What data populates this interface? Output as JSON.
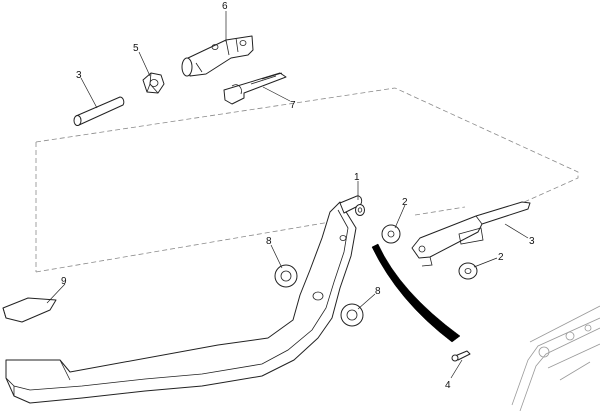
{
  "diagram": {
    "callouts": [
      {
        "id": "c1",
        "text": "1"
      },
      {
        "id": "c2a",
        "text": "2"
      },
      {
        "id": "c2b",
        "text": "2"
      },
      {
        "id": "c3a",
        "text": "3"
      },
      {
        "id": "c3b",
        "text": "3"
      },
      {
        "id": "c4",
        "text": "4"
      },
      {
        "id": "c5",
        "text": "5"
      },
      {
        "id": "c6",
        "text": "6"
      },
      {
        "id": "c7",
        "text": "7"
      },
      {
        "id": "c8a",
        "text": "8"
      },
      {
        "id": "c8b",
        "text": "8"
      },
      {
        "id": "c9",
        "text": "9"
      }
    ],
    "colors": {
      "line": "#222222",
      "dashed": "#8a8a8a",
      "background": "#ffffff",
      "wedge": "#000000"
    }
  }
}
